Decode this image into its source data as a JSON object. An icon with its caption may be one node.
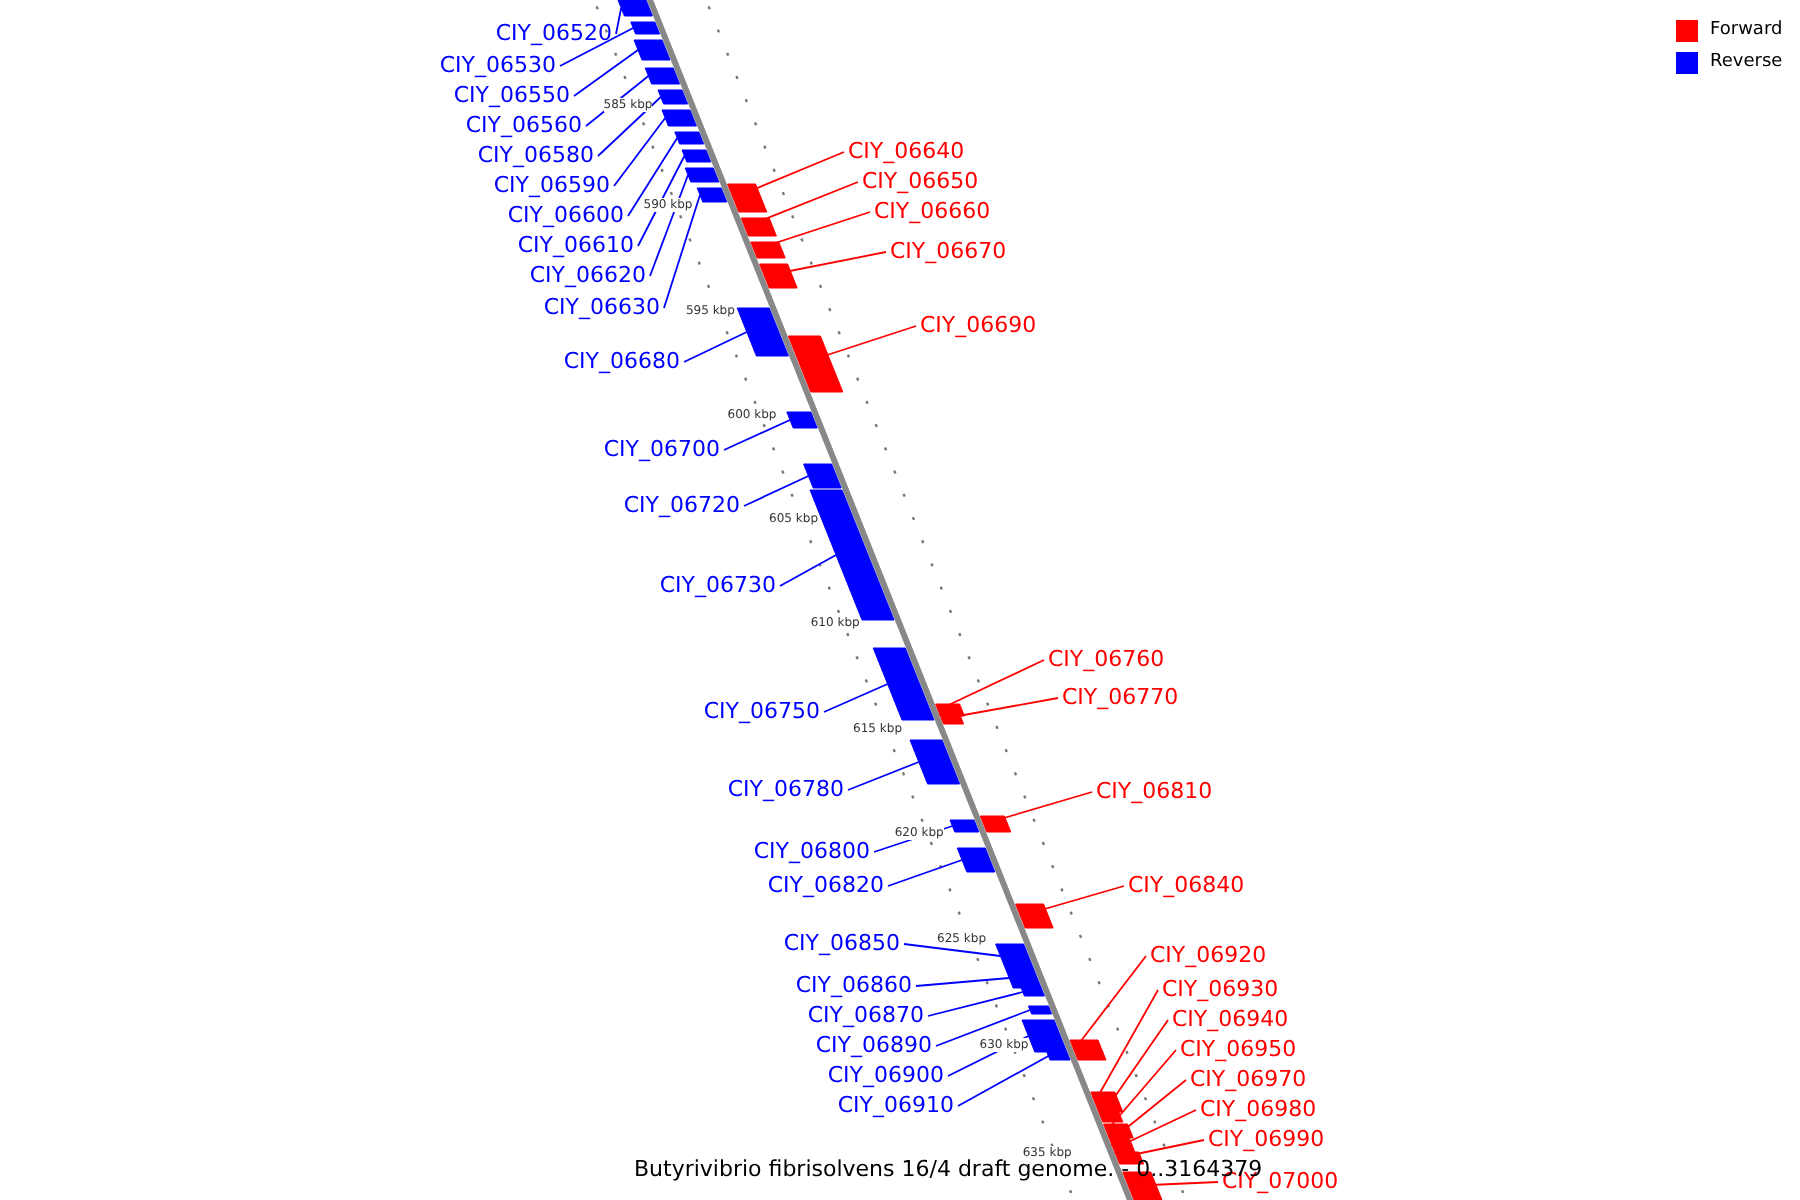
{
  "diagram": {
    "caption": "Butyrivibrio fibrisolvens 16/4 draft genome. - 0..3164379",
    "nodes": [
      {
        "text": [
          "CIY_06520"
        ]
      },
      {
        "text": [],
        "shape": "bar"
      },
      {
        "text": [
          "CIY_06530"
        ]
      },
      {
        "text": [],
        "shape": "bar"
      },
      {
        "text": [
          "CIY_06550"
        ]
      },
      {
        "text": [],
        "shape": "bar"
      },
      {
        "text": [
          "CIY_06560"
        ]
      },
      {
        "text": [],
        "shape": "bar"
      },
      {
        "text": [
          "CIY_06580"
        ]
      },
      {
        "text": [],
        "shape": "bar"
      },
      {
        "text": [
          "CIY_06590"
        ]
      },
      {
        "text": [],
        "shape": "bar"
      },
      {
        "text": [
          "CIY_06600"
        ]
      },
      {
        "text": [],
        "shape": "bar"
      },
      {
        "text": [
          "CIY_06610"
        ]
      },
      {
        "text": [],
        "shape": "bar"
      },
      {
        "text": [
          "CIY_06620"
        ]
      },
      {
        "text": [],
        "shape": "bar"
      },
      {
        "text": [
          "CIY_06630"
        ]
      },
      {
        "text": [],
        "shape": "bar"
      },
      {
        "text": [
          "CIY_06640"
        ]
      },
      {
        "text": [],
        "shape": "bar"
      },
      {
        "text": [
          "CIY_06650"
        ]
      },
      {
        "text": [],
        "shape": "bar"
      },
      {
        "text": [
          "CIY_06660"
        ]
      },
      {
        "text": [],
        "shape": "bar"
      },
      {
        "text": [
          "CIY_06670"
        ]
      },
      {
        "text": [],
        "shape": "bar"
      },
      {
        "text": [
          "CIY_06680"
        ]
      },
      {
        "text": [],
        "shape": "bar"
      },
      {
        "text": [
          "CIY_06690"
        ]
      },
      {
        "text": [],
        "shape": "bar"
      },
      {
        "text": [
          "CIY_06700"
        ]
      },
      {
        "text": [],
        "shape": "bar"
      },
      {
        "text": [
          "CIY_06720"
        ]
      },
      {
        "text": [],
        "shape": "bar"
      },
      {
        "text": [
          "CIY_06730"
        ]
      },
      {
        "text": [],
        "shape": "bar"
      },
      {
        "text": [
          "CIY_06750"
        ]
      },
      {
        "text": [],
        "shape": "bar"
      },
      {
        "text": [
          "CIY_06760"
        ]
      },
      {
        "text": [],
        "shape": "bar"
      },
      {
        "text": [
          "CIY_06770"
        ]
      },
      {
        "text": [],
        "shape": "bar"
      },
      {
        "text": [
          "CIY_06780"
        ]
      },
      {
        "text": [],
        "shape": "bar"
      },
      {
        "text": [
          "CIY_06800"
        ]
      },
      {
        "text": [],
        "shape": "bar"
      },
      {
        "text": [
          "CIY_06810"
        ]
      },
      {
        "text": [],
        "shape": "bar"
      },
      {
        "text": [
          "CIY_06820"
        ]
      },
      {
        "text": [],
        "shape": "bar"
      },
      {
        "text": [
          "CIY_06840"
        ]
      },
      {
        "text": [],
        "shape": "bar"
      },
      {
        "text": [
          "CIY_06850"
        ]
      },
      {
        "text": [],
        "shape": "bar"
      },
      {
        "text": [
          "CIY_06860"
        ]
      },
      {
        "text": [],
        "shape": "bar"
      },
      {
        "text": [
          "CIY_06870"
        ]
      },
      {
        "text": [],
        "shape": "bar"
      },
      {
        "text": [
          "CIY_06890"
        ]
      },
      {
        "text": [],
        "shape": "bar"
      },
      {
        "text": [
          "CIY_06900"
        ]
      },
      {
        "text": [],
        "shape": "bar"
      },
      {
        "text": [
          "CIY_06910"
        ]
      },
      {
        "text": [],
        "shape": "bar"
      },
      {
        "text": [
          "CIY_06920"
        ]
      },
      {
        "text": [],
        "shape": "bar"
      },
      {
        "text": [
          "CIY_06930"
        ]
      },
      {
        "text": [],
        "shape": "bar"
      },
      {
        "text": [
          "CIY_06940"
        ]
      },
      {
        "text": [],
        "shape": "bar"
      },
      {
        "text": [
          "CIY_06950"
        ]
      },
      {
        "text": [],
        "shape": "bar"
      },
      {
        "text": [
          "CIY_06970"
        ]
      },
      {
        "text": [],
        "shape": "bar"
      },
      {
        "text": [
          "CIY_06980"
        ]
      },
      {
        "text": [],
        "shape": "bar"
      },
      {
        "text": [
          "CIY_06990"
        ]
      },
      {
        "text": [],
        "shape": "bar"
      },
      {
        "text": [
          "CIY_07000"
        ]
      },
      {
        "text": [],
        "shape": "bar"
      }
    ],
    "edges": [
      {
        "from": 0,
        "to": 1,
        "arrow": "none"
      },
      {
        "from": 2,
        "to": 3,
        "arrow": "none"
      },
      {
        "from": 4,
        "to": 5,
        "arrow": "none"
      },
      {
        "from": 6,
        "to": 7,
        "arrow": "none"
      },
      {
        "from": 8,
        "to": 9,
        "arrow": "none"
      },
      {
        "from": 10,
        "to": 11,
        "arrow": "none"
      },
      {
        "from": 12,
        "to": 13,
        "arrow": "none"
      },
      {
        "from": 14,
        "to": 15,
        "arrow": "none"
      },
      {
        "from": 16,
        "to": 17,
        "arrow": "none"
      },
      {
        "from": 18,
        "to": 19,
        "arrow": "none"
      },
      {
        "from": 20,
        "to": 21,
        "arrow": "none",
        "color": "#ff0000"
      },
      {
        "from": 22,
        "to": 23,
        "arrow": "none",
        "color": "#ff0000"
      },
      {
        "from": 24,
        "to": 25,
        "arrow": "none",
        "color": "#ff0000"
      },
      {
        "from": 26,
        "to": 27,
        "arrow": "none",
        "color": "#ff0000"
      },
      {
        "from": 28,
        "to": 29,
        "arrow": "none"
      },
      {
        "from": 30,
        "to": 31,
        "arrow": "none",
        "color": "#ff0000"
      },
      {
        "from": 32,
        "to": 33,
        "arrow": "none"
      },
      {
        "from": 34,
        "to": 35,
        "arrow": "none"
      },
      {
        "from": 36,
        "to": 37,
        "arrow": "none"
      },
      {
        "from": 38,
        "to": 39,
        "arrow": "none"
      },
      {
        "from": 40,
        "to": 41,
        "arrow": "none",
        "color": "#ff0000"
      },
      {
        "from": 42,
        "to": 43,
        "arrow": "none",
        "color": "#ff0000"
      },
      {
        "from": 44,
        "to": 45,
        "arrow": "none"
      },
      {
        "from": 46,
        "to": 47,
        "arrow": "none"
      },
      {
        "from": 48,
        "to": 49,
        "arrow": "none",
        "color": "#ff0000"
      },
      {
        "from": 50,
        "to": 51,
        "arrow": "none"
      },
      {
        "from": 52,
        "to": 53,
        "arrow": "none",
        "color": "#ff0000"
      },
      {
        "from": 54,
        "to": 55,
        "arrow": "none"
      },
      {
        "from": 56,
        "to": 57,
        "arrow": "none"
      },
      {
        "from": 58,
        "to": 59,
        "arrow": "none"
      },
      {
        "from": 60,
        "to": 61,
        "arrow": "none"
      },
      {
        "from": 62,
        "to": 63,
        "arrow": "none"
      },
      {
        "from": 64,
        "to": 65,
        "arrow": "none"
      },
      {
        "from": 66,
        "to": 67,
        "arrow": "none",
        "color": "#ff0000"
      },
      {
        "from": 68,
        "to": 69,
        "arrow": "none",
        "color": "#ff0000"
      },
      {
        "from": 70,
        "to": 71,
        "arrow": "none",
        "color": "#ff0000"
      },
      {
        "from": 72,
        "to": 73,
        "arrow": "none",
        "color": "#ff0000"
      },
      {
        "from": 74,
        "to": 75,
        "arrow": "none",
        "color": "#ff0000"
      },
      {
        "from": 76,
        "to": 77,
        "arrow": "none",
        "color": "#ff0000"
      },
      {
        "from": 78,
        "to": 79,
        "arrow": "none",
        "color": "#ff0000"
      },
      {
        "from": 80,
        "to": 81,
        "arrow": "none",
        "color": "#ff0000"
      }
    ],
    "labels": [
      "585 kbp",
      "590 kbp",
      "595 kbp",
      "600 kbp",
      "605 kbp",
      "610 kbp",
      "615 kbp",
      "620 kbp",
      "625 kbp",
      "630 kbp",
      "635 kbp"
    ],
    "legend": [
      {
        "text": "Forward",
        "color": "#ff0000"
      },
      {
        "text": "Reverse",
        "color": "#0000ff"
      }
    ]
  }
}
